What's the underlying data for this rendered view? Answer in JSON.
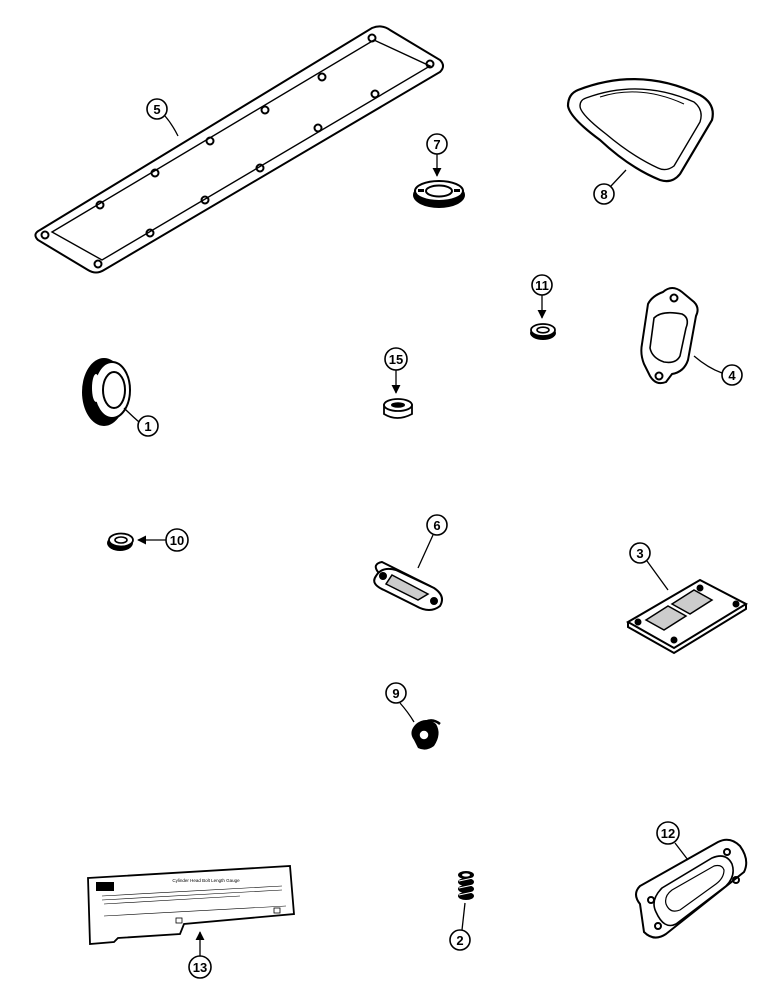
{
  "diagram": {
    "callouts": {
      "c1": "1",
      "c2": "2",
      "c3": "3",
      "c4": "4",
      "c5": "5",
      "c6": "6",
      "c7": "7",
      "c8": "8",
      "c9": "9",
      "c10": "10",
      "c11": "11",
      "c12": "12",
      "c13": "13",
      "c15": "15"
    },
    "gauge_card": {
      "title": "Cylinder Head Bolt Length Gauge"
    }
  }
}
